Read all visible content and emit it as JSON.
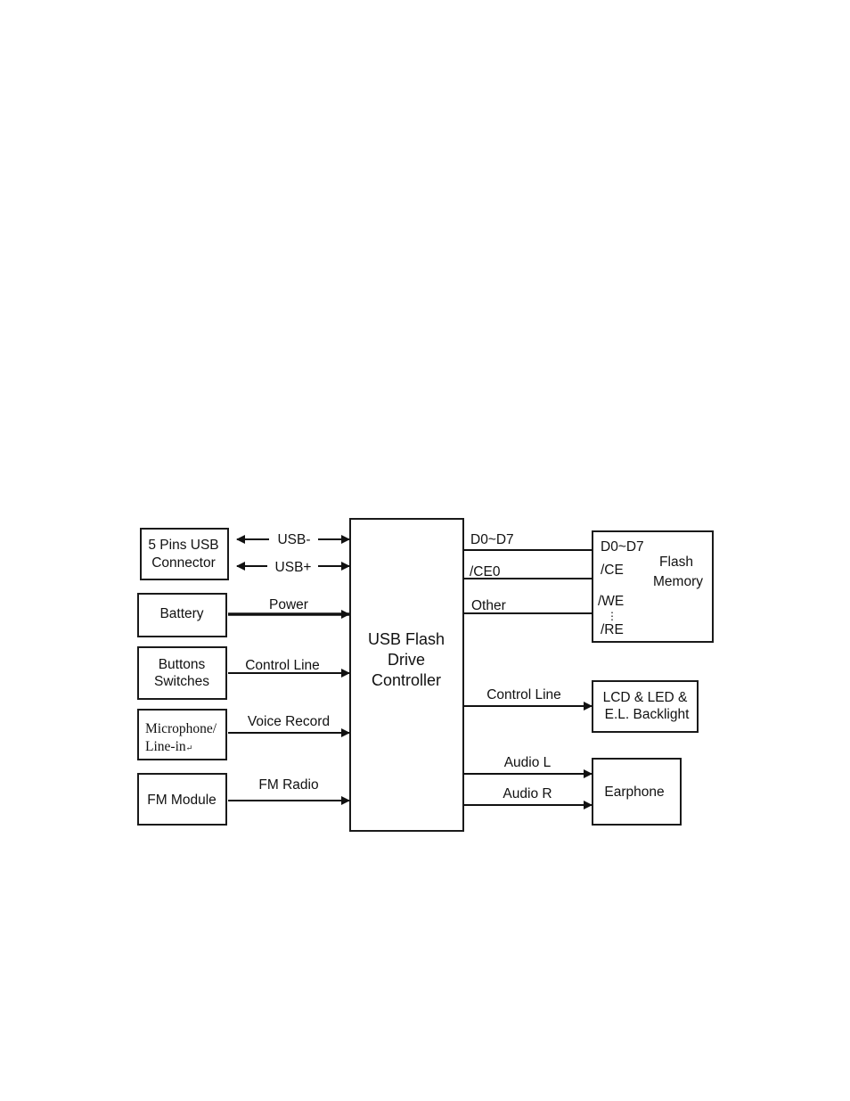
{
  "blocks": {
    "usb_connector": {
      "line1": "5 Pins USB",
      "line2": "Connector"
    },
    "battery": {
      "label": "Battery"
    },
    "buttons": {
      "line1": "Buttons",
      "line2": "Switches"
    },
    "microphone": {
      "line1": "Microphone/",
      "line2": "Line-in",
      "return_mark": "↵"
    },
    "fm_module": {
      "label": "FM Module"
    },
    "controller": {
      "line1": "USB Flash",
      "line2": "Drive",
      "line3": "Controller"
    },
    "flash_memory": {
      "title_line1": "Flash",
      "title_line2": "Memory",
      "pins": [
        "D0~D7",
        "/CE",
        "/WE",
        "⋮",
        "/RE"
      ]
    },
    "lcd": {
      "line1": "LCD & LED &",
      "line2": "E.L. Backlight"
    },
    "earphone": {
      "label": "Earphone"
    }
  },
  "connections": {
    "usb_minus": "USB-",
    "usb_plus": "USB+",
    "power": "Power",
    "control_line_in": "Control Line",
    "voice_record": "Voice Record",
    "fm_radio": "FM Radio",
    "d0_d7": "D0~D7",
    "ce0": "/CE0",
    "other": "Other",
    "control_line_out": "Control Line",
    "audio_l": "Audio L",
    "audio_r": "Audio R"
  }
}
